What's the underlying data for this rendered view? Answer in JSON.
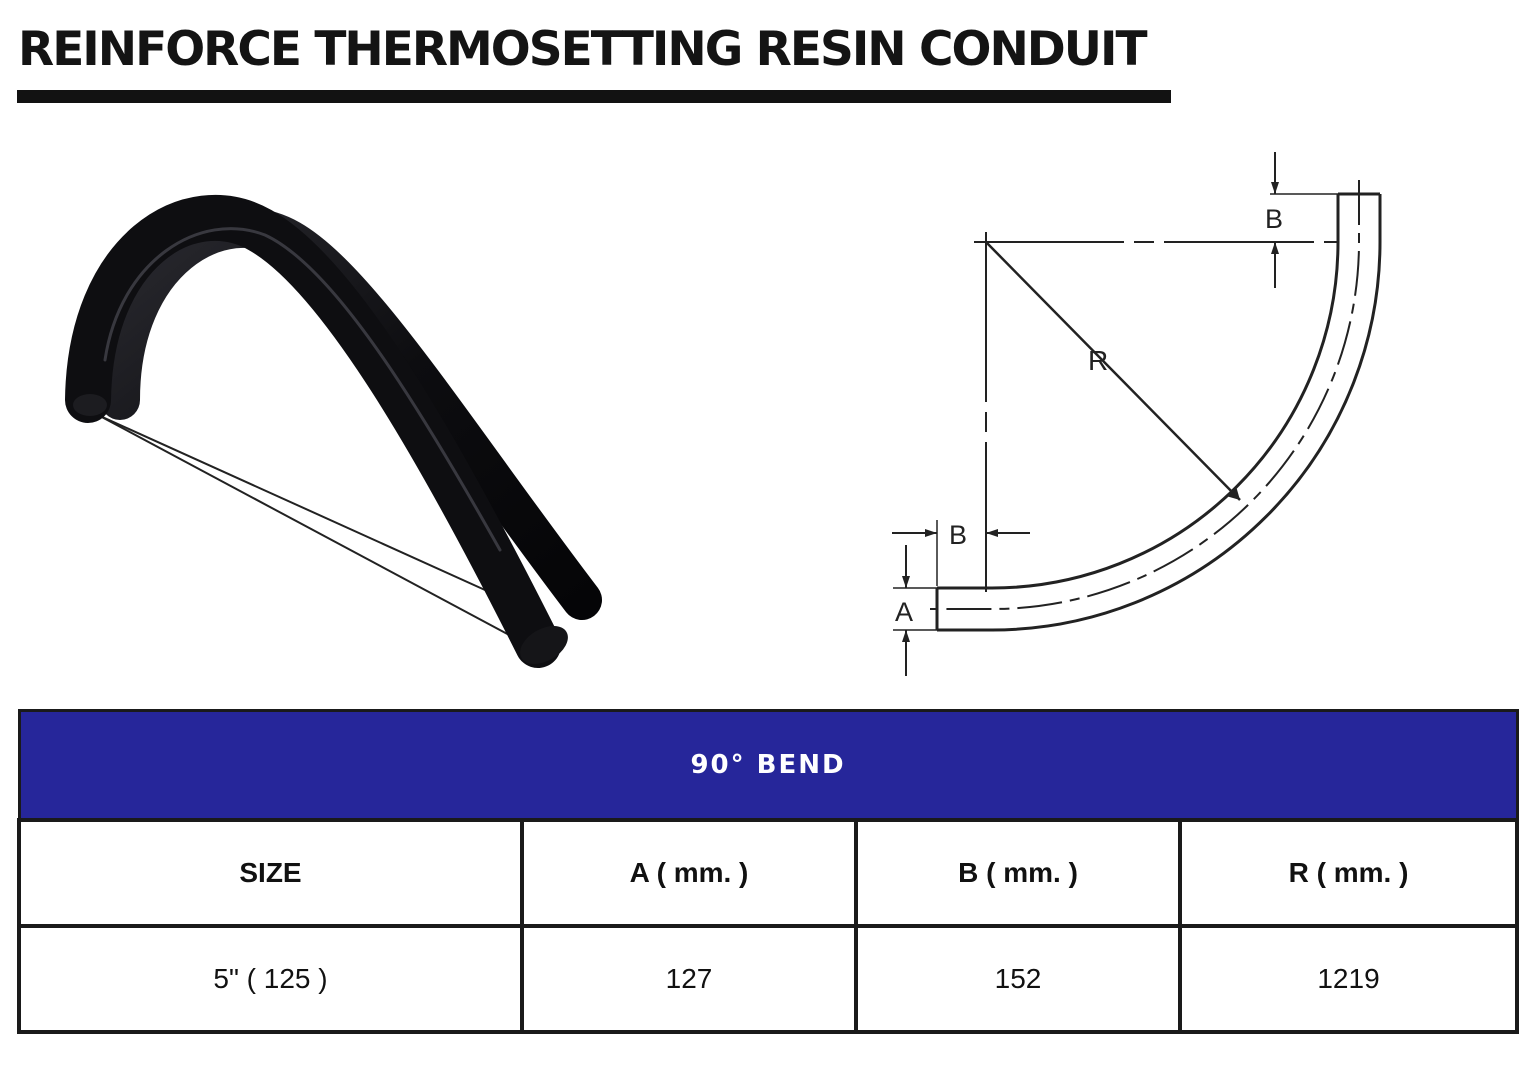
{
  "title": "REINFORCE THERMOSETTING RESIN CONDUIT",
  "diagram": {
    "label_b_top": "B",
    "label_r": "R",
    "label_b_left": "B",
    "label_a": "A"
  },
  "table": {
    "banner": "90° BEND",
    "headers": [
      "SIZE",
      "A ( mm. )",
      "B ( mm. )",
      "R ( mm. )"
    ],
    "rows": [
      [
        "5\" ( 125 )",
        "127",
        "152",
        "1219"
      ]
    ]
  },
  "colors": {
    "banner_bg": "#26269a",
    "title_rule": "#121212",
    "conduit": "#0f0f12"
  }
}
